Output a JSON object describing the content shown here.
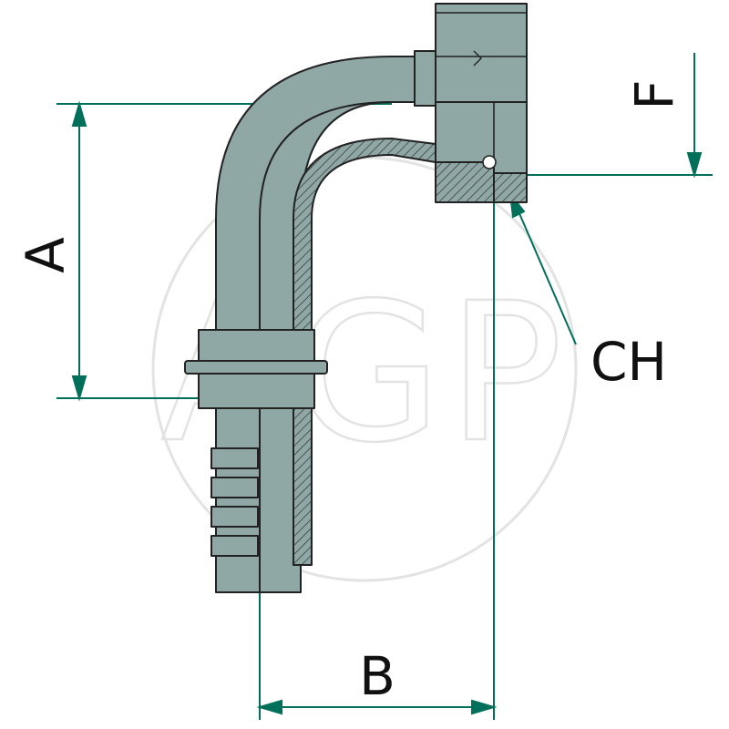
{
  "watermark": {
    "text": "AGP"
  },
  "labels": {
    "a": "A",
    "b": "B",
    "f": "F",
    "ch": "CH"
  },
  "colors": {
    "body": "#8fa7a5",
    "outline": "#222222",
    "dimension": "#00705a",
    "hatch": "#444444",
    "watermark": "#e4e4e4",
    "text": "#111111"
  }
}
